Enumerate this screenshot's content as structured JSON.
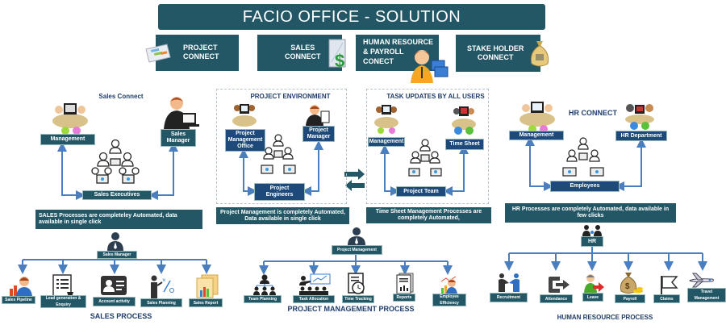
{
  "header": {
    "title": "FACIO OFFICE - SOLUTION"
  },
  "modules": [
    {
      "label_line1": "PROJECT",
      "label_line2": "CONNECT",
      "icon": "gantt-chart-icon"
    },
    {
      "label_line1": "SALES",
      "label_line2": "CONNECT",
      "icon": "dollar-document-icon"
    },
    {
      "label_line1": "HUMAN RESOURCE",
      "label_line2": "& PAYROLL",
      "label_line3": "CONECT",
      "icon": "person-computer-icon"
    },
    {
      "label_line1": "STAKE HOLDER",
      "label_line2": "CONNECT",
      "icon": "money-bag-icon"
    }
  ],
  "sales_connect": {
    "title": "Sales Connect",
    "management": "Management",
    "manager_line1": "Sales",
    "manager_line2": "Manager",
    "executives": "Sales Executives",
    "description": "SALES Processes are completeley Automated, data available in single click"
  },
  "project_env": {
    "title": "PROJECT ENVIRONMENT",
    "pmo_line1": "Project",
    "pmo_line2": "Management",
    "pmo_line3": "Office",
    "manager_line1": "Project",
    "manager_line2": "Manager",
    "engineers_line1": "Project",
    "engineers_line2": "Engineers",
    "description": "Project Management is completely Automated, Data available in single click"
  },
  "task_updates": {
    "title": "TASK UPDATES BY ALL USERS",
    "management": "Management",
    "timesheet": "Time Sheet",
    "team": "Project Team",
    "description": "Time Sheet Management Processes are completely Automated,"
  },
  "hr_connect": {
    "title": "HR CONNECT",
    "management": "Management",
    "department": "HR Department",
    "employees": "Employees",
    "description": "HR Processes are completely Automated, data available in few clicks"
  },
  "sales_process": {
    "root": "Sales Manager",
    "title": "SALES PROCESS",
    "items": [
      {
        "label": "Sales Pipeline",
        "icon": "pipeline-chart-icon"
      },
      {
        "label": "Lead generation & Enquiry",
        "icon": "checklist-icon"
      },
      {
        "label": "Account activity",
        "icon": "id-card-icon"
      },
      {
        "label": "Sales Planning",
        "icon": "strategy-board-icon"
      },
      {
        "label": "Sales Report",
        "icon": "report-chart-icon"
      }
    ]
  },
  "pm_process": {
    "root": "Project Management",
    "title": "PROJECT MANAGEMENT PROCESS",
    "items": [
      {
        "label": "Team Planning",
        "icon": "team-hierarchy-icon"
      },
      {
        "label": "Task Allocation",
        "icon": "presentation-icon"
      },
      {
        "label": "Time Tracking",
        "icon": "clock-document-icon"
      },
      {
        "label": "Reports",
        "icon": "report-document-icon"
      },
      {
        "label": "Employee Efficiency",
        "icon": "employee-chart-icon"
      }
    ]
  },
  "hr_process": {
    "root": "HR",
    "title": "HUMAN RESOURCE PROCESS",
    "items": [
      {
        "label": "Recruitment",
        "icon": "handshake-icon"
      },
      {
        "label": "Attendance",
        "icon": "exit-door-icon"
      },
      {
        "label": "Leave",
        "icon": "person-arrow-icon"
      },
      {
        "label": "Payroll",
        "icon": "money-bag-icon"
      },
      {
        "label": "Claims",
        "icon": "flag-icon"
      },
      {
        "label": "Travel Management",
        "icon": "airplane-icon"
      }
    ]
  },
  "colors": {
    "teal": "#235766",
    "navy": "#1d4a7a",
    "arrow": "#4a7ebf",
    "title": "#1f3d6b"
  }
}
